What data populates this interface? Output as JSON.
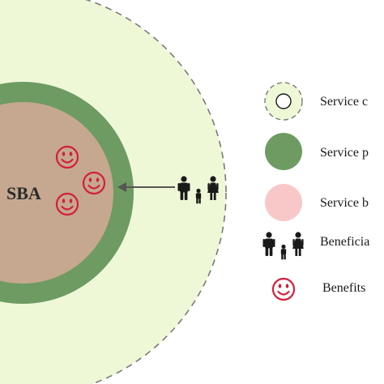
{
  "diagram": {
    "center_label": "SBA"
  },
  "legend": [
    {
      "label": "Service c",
      "icon": "dashed-ring-icon"
    },
    {
      "label": "Service p",
      "icon": "dark-green-circle-icon"
    },
    {
      "label": "Service b",
      "icon": "pink-circle-icon"
    },
    {
      "label": "Beneficia",
      "icon": "family-icon"
    },
    {
      "label": "Benefits",
      "icon": "smiley-icon"
    }
  ],
  "colors": {
    "outer_area": "#eef8d7",
    "middle_ring": "#6e9b62",
    "inner_core": "#c5a88f",
    "legend_pink": "#f8c8c8",
    "smiley": "#d31f3b",
    "people": "#1a1a1a",
    "arrow": "#555555"
  }
}
